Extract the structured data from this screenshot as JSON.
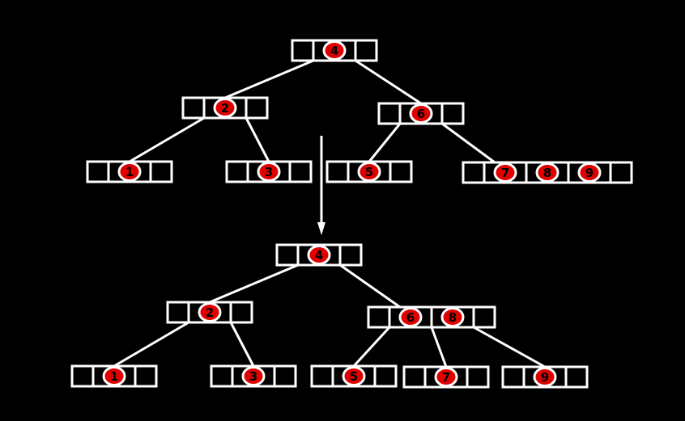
{
  "colors": {
    "background": "#000000",
    "stroke": "#ffffff",
    "key_fill": "#e00000",
    "key_text": "#000000"
  },
  "before_tree": {
    "root": [
      "4"
    ],
    "level1": [
      [
        "2"
      ],
      [
        "6"
      ]
    ],
    "leaves": [
      [
        "1"
      ],
      [
        "3"
      ],
      [
        "5"
      ],
      [
        "7",
        "8",
        "9"
      ]
    ]
  },
  "after_tree": {
    "root": [
      "4"
    ],
    "level1": [
      [
        "2"
      ],
      [
        "6",
        "8"
      ]
    ],
    "leaves": [
      [
        "1"
      ],
      [
        "3"
      ],
      [
        "5"
      ],
      [
        "7"
      ],
      [
        "9"
      ]
    ]
  }
}
